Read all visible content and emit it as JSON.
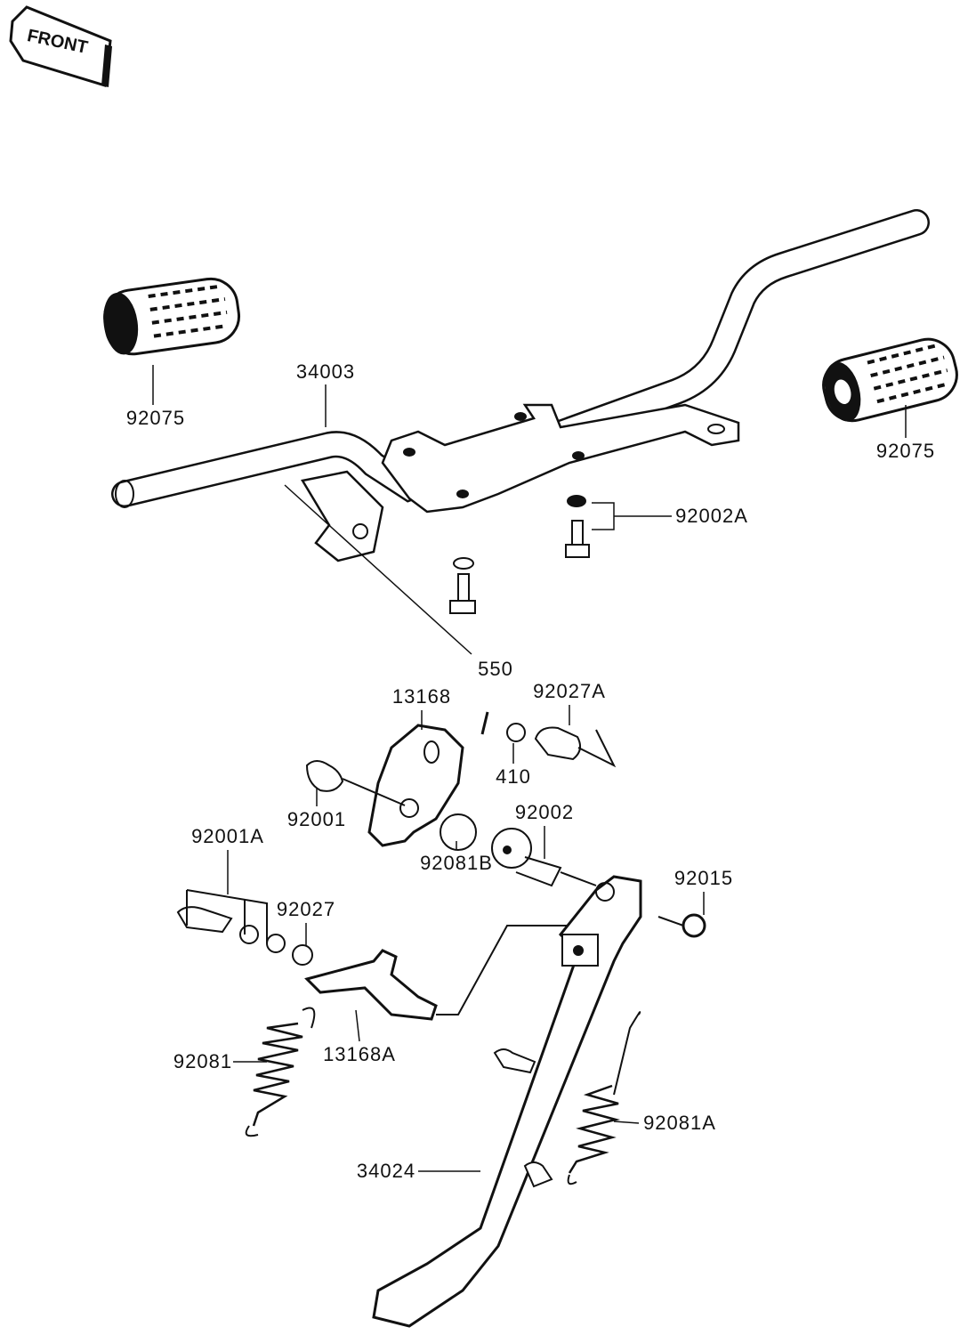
{
  "front_logo": {
    "text": "FRONT"
  },
  "labels": [
    "92075",
    "34003",
    "92075",
    "92002A",
    "550",
    "13168",
    "92027A",
    "410",
    "92001",
    "92002",
    "92001A",
    "92081B",
    "92015",
    "92027",
    "13168A",
    "92081",
    "92081A",
    "34024"
  ],
  "colors": {
    "line": "#111111",
    "background": "#ffffff"
  }
}
